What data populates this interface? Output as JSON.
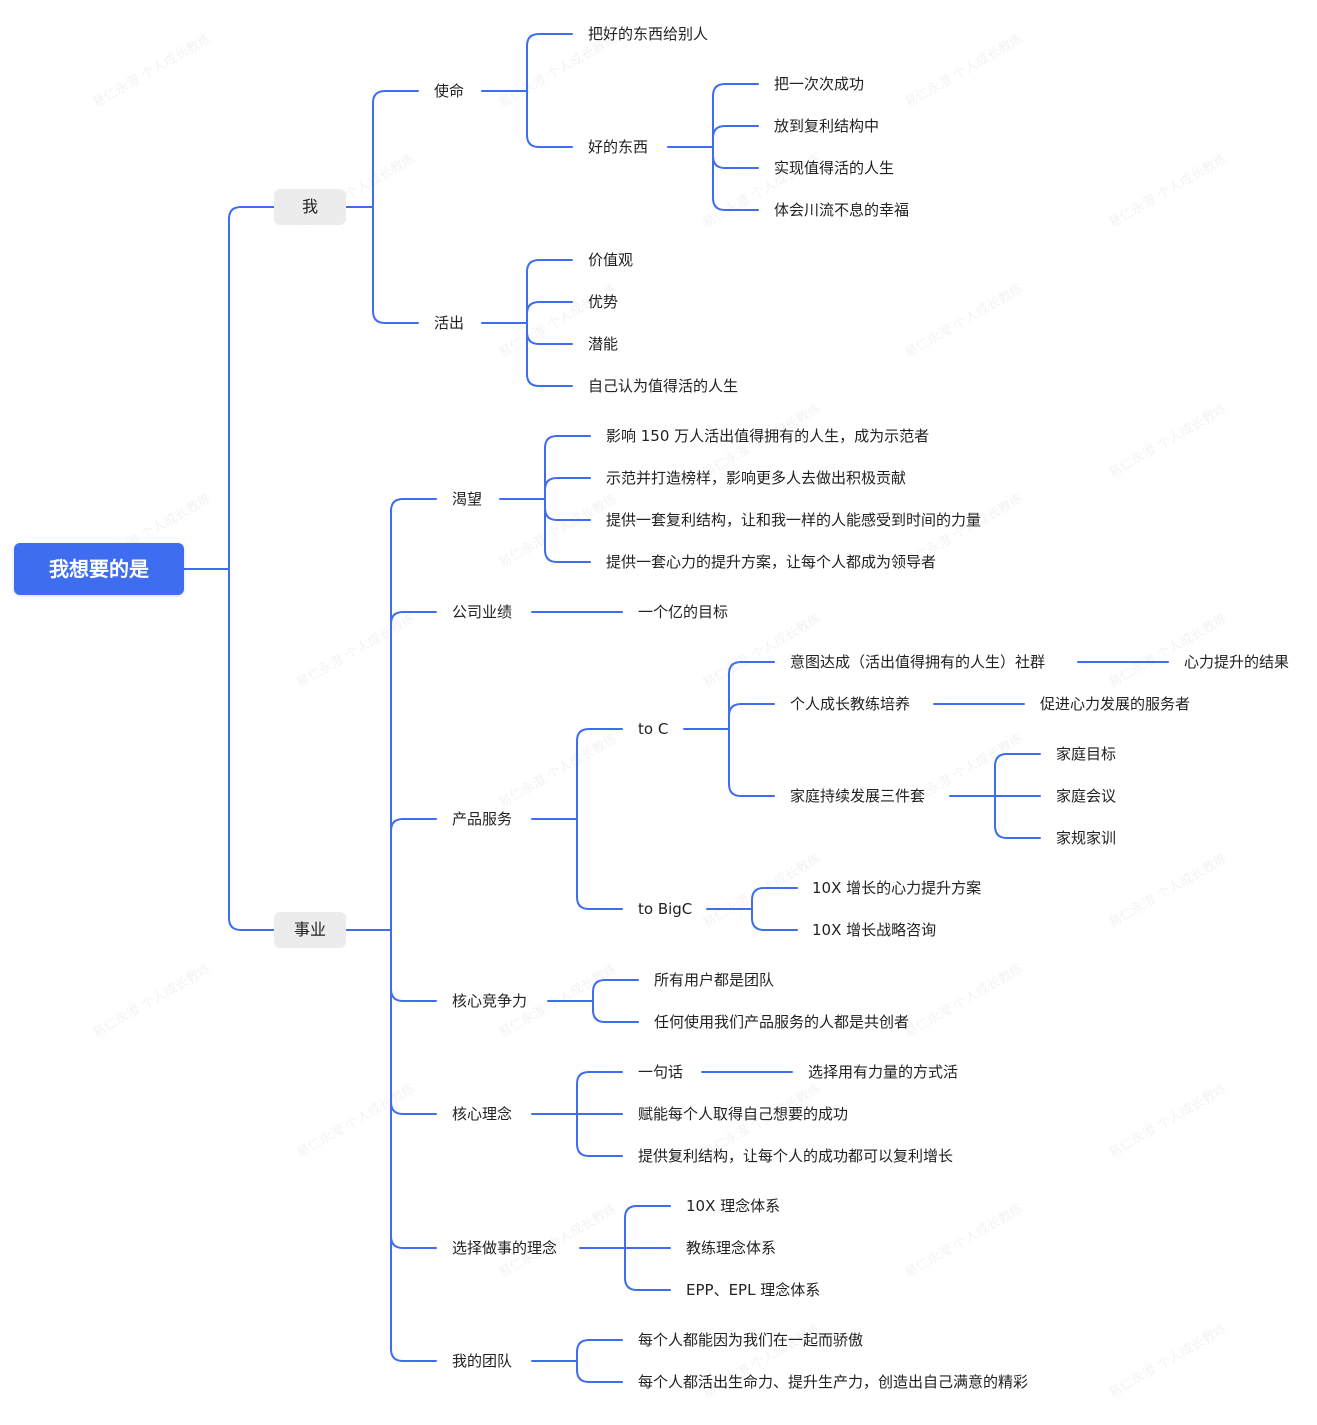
{
  "root": "我想要的是",
  "branch_me": "我",
  "me_mission": "使命",
  "me_mission_1": "把好的东西给别人",
  "me_mission_2": "好的东西",
  "me_good_1": "把一次次成功",
  "me_good_2": "放到复利结构中",
  "me_good_3": "实现值得活的人生",
  "me_good_4": "体会川流不息的幸福",
  "me_live": "活出",
  "me_live_1": "价值观",
  "me_live_2": "优势",
  "me_live_3": "潜能",
  "me_live_4": "自己认为值得活的人生",
  "branch_career": "事业",
  "desire": "渴望",
  "desire_1": "影响 150 万人活出值得拥有的人生，成为示范者",
  "desire_2": "示范并打造榜样，影响更多人去做出积极贡献",
  "desire_3": "提供一套复利结构，让和我一样的人能感受到时间的力量",
  "desire_4": "提供一套心力的提升方案，让每个人都成为领导者",
  "perf": "公司业绩",
  "perf_1": "一个亿的目标",
  "product": "产品服务",
  "toc": "to C",
  "toc_1": "意图达成（活出值得拥有的人生）社群",
  "toc_1a": "心力提升的结果",
  "toc_2": "个人成长教练培养",
  "toc_2a": "促进心力发展的服务者",
  "toc_3": "家庭持续发展三件套",
  "toc_3a": "家庭目标",
  "toc_3b": "家庭会议",
  "toc_3c": "家规家训",
  "tobigc": "to BigC",
  "tobigc_1": "10X 增长的心力提升方案",
  "tobigc_2": "10X 增长战略咨询",
  "compete": "核心竞争力",
  "compete_1": "所有用户都是团队",
  "compete_2": "任何使用我们产品服务的人都是共创者",
  "idea": "核心理念",
  "idea_1": "一句话",
  "idea_1a": "选择用有力量的方式活",
  "idea_2": "赋能每个人取得自己想要的成功",
  "idea_3": "提供复利结构，让每个人的成功都可以复利增长",
  "choose": "选择做事的理念",
  "choose_1": "10X 理念体系",
  "choose_2": "教练理念体系",
  "choose_3": "EPP、EPL 理念体系",
  "team": "我的团队",
  "team_1": "每个人都能因为我们在一起而骄傲",
  "team_2": "每个人都活出生命力、提升生产力，创造出自己满意的精彩",
  "watermark": "易仁永澄 个人成长教练",
  "colors": {
    "line": "#3f6df0",
    "root_bg": "#3f6df0",
    "pill_bg": "#ececec",
    "text": "#222222"
  }
}
